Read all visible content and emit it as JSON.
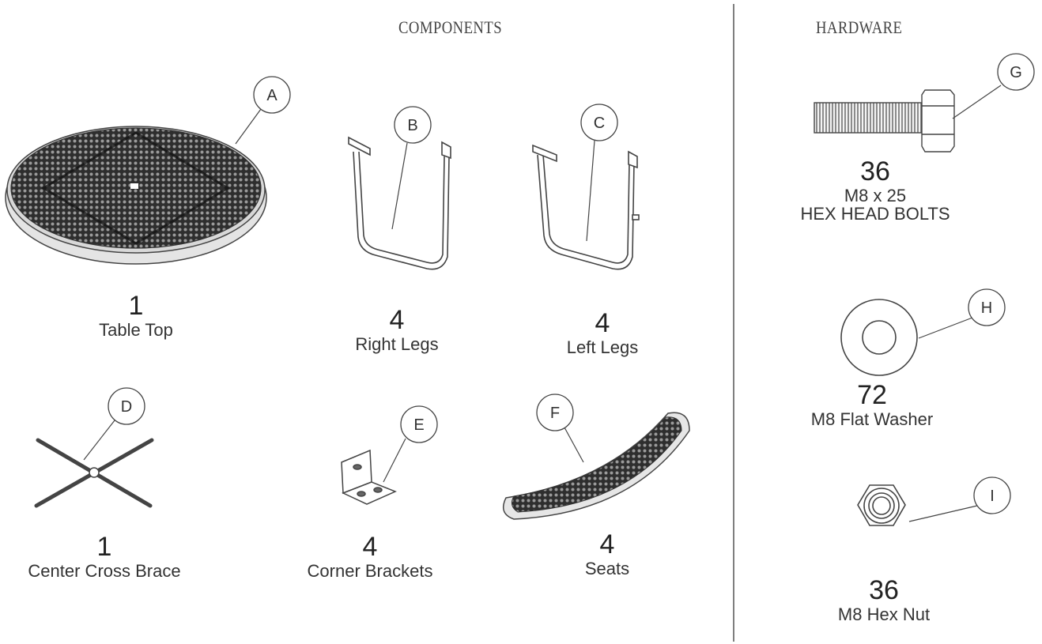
{
  "headings": {
    "components": "COMPONENTS",
    "hardware": "HARDWARE"
  },
  "parts": [
    {
      "letter": "A",
      "qty": "1",
      "name": "Table Top"
    },
    {
      "letter": "B",
      "qty": "4",
      "name": "Right Legs"
    },
    {
      "letter": "C",
      "qty": "4",
      "name": "Left Legs"
    },
    {
      "letter": "D",
      "qty": "1",
      "name": "Center Cross Brace"
    },
    {
      "letter": "E",
      "qty": "4",
      "name": "Corner Brackets"
    },
    {
      "letter": "F",
      "qty": "4",
      "name": "Seats"
    },
    {
      "letter": "G",
      "qty": "36",
      "spec": "M8 x 25",
      "name": "HEX HEAD BOLTS"
    },
    {
      "letter": "H",
      "qty": "72",
      "name": "M8 Flat Washer"
    },
    {
      "letter": "I",
      "qty": "36",
      "name": "M8 Hex Nut"
    }
  ]
}
